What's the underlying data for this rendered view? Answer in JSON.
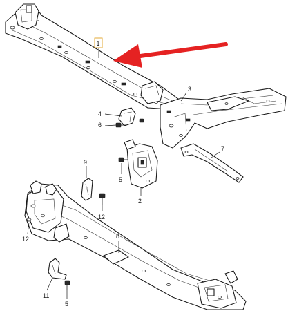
{
  "callouts": [
    {
      "id": "1",
      "label": "1"
    },
    {
      "id": "2",
      "label": "2"
    },
    {
      "id": "3",
      "label": "3"
    },
    {
      "id": "4",
      "label": "4"
    },
    {
      "id": "5a",
      "label": "5"
    },
    {
      "id": "5b",
      "label": "5"
    },
    {
      "id": "6",
      "label": "6"
    },
    {
      "id": "7",
      "label": "7"
    },
    {
      "id": "8",
      "label": "8"
    },
    {
      "id": "9",
      "label": "9"
    },
    {
      "id": "11",
      "label": "11"
    },
    {
      "id": "12a",
      "label": "12"
    },
    {
      "id": "12b",
      "label": "12"
    }
  ],
  "colors": {
    "arrow": "#e52222",
    "highlight_box": "#e0a020",
    "line": "#1a1a1a"
  }
}
